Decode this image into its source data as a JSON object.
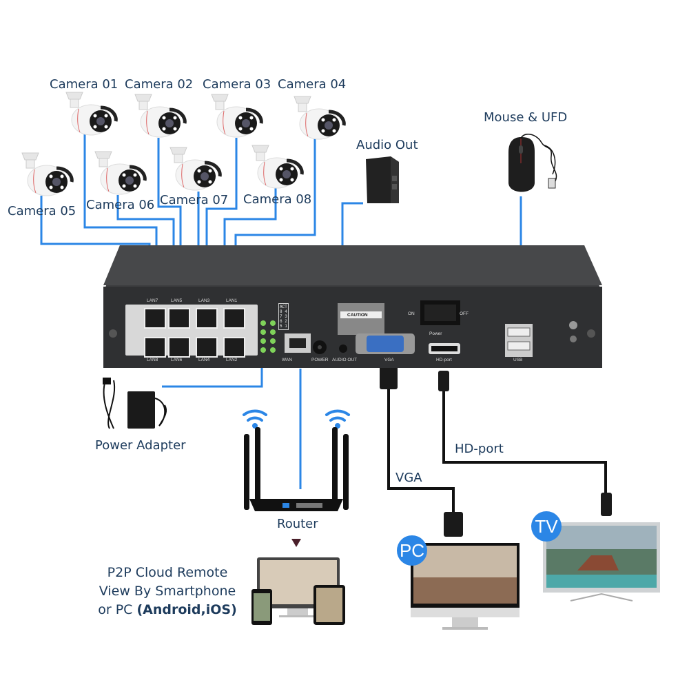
{
  "cameras": [
    {
      "label": "Camera 01"
    },
    {
      "label": "Camera 02"
    },
    {
      "label": "Camera 03"
    },
    {
      "label": "Camera 04"
    },
    {
      "label": "Camera 05"
    },
    {
      "label": "Camera 06"
    },
    {
      "label": "Camera 07"
    },
    {
      "label": "Camera 08"
    }
  ],
  "peripherals": {
    "audio_out": "Audio Out",
    "mouse": "Mouse & UFD",
    "power_adapter": "Power Adapter",
    "router": "Router",
    "vga": "VGA",
    "hd_port": "HD-port",
    "pc_badge": "PC",
    "tv_badge": "TV"
  },
  "p2p": {
    "line1": "P2P Cloud Remote",
    "line2": "View By Smartphone",
    "line3_prefix": "or PC ",
    "line3_bold": "(Android,iOS)"
  },
  "nvr_panel": {
    "lan_ports_top": [
      "LAN7",
      "LAN5",
      "LAN3",
      "LAN1"
    ],
    "lan_ports_bottom": [
      "LAN8",
      "LAN6",
      "LAN4",
      "LAN2"
    ],
    "act_table": {
      "header": "ACT",
      "rows": [
        [
          "8",
          "4"
        ],
        [
          "7",
          "3"
        ],
        [
          "6",
          "2"
        ],
        [
          "5",
          "1"
        ]
      ]
    },
    "wan": "WAN",
    "power": "POWER",
    "audio_out": "AUDIO OUT",
    "vga": "VGA",
    "hd_port": "HD-port",
    "usb": "USB",
    "caution": "CAUTION",
    "switch_on": "ON",
    "switch_off": "OFF",
    "switch_label": "Power"
  },
  "colors": {
    "wire_blue": "#2b86e6",
    "label_navy": "#1d3b5c",
    "cable_black": "#111111",
    "nvr_body": "#3a3b3d"
  }
}
